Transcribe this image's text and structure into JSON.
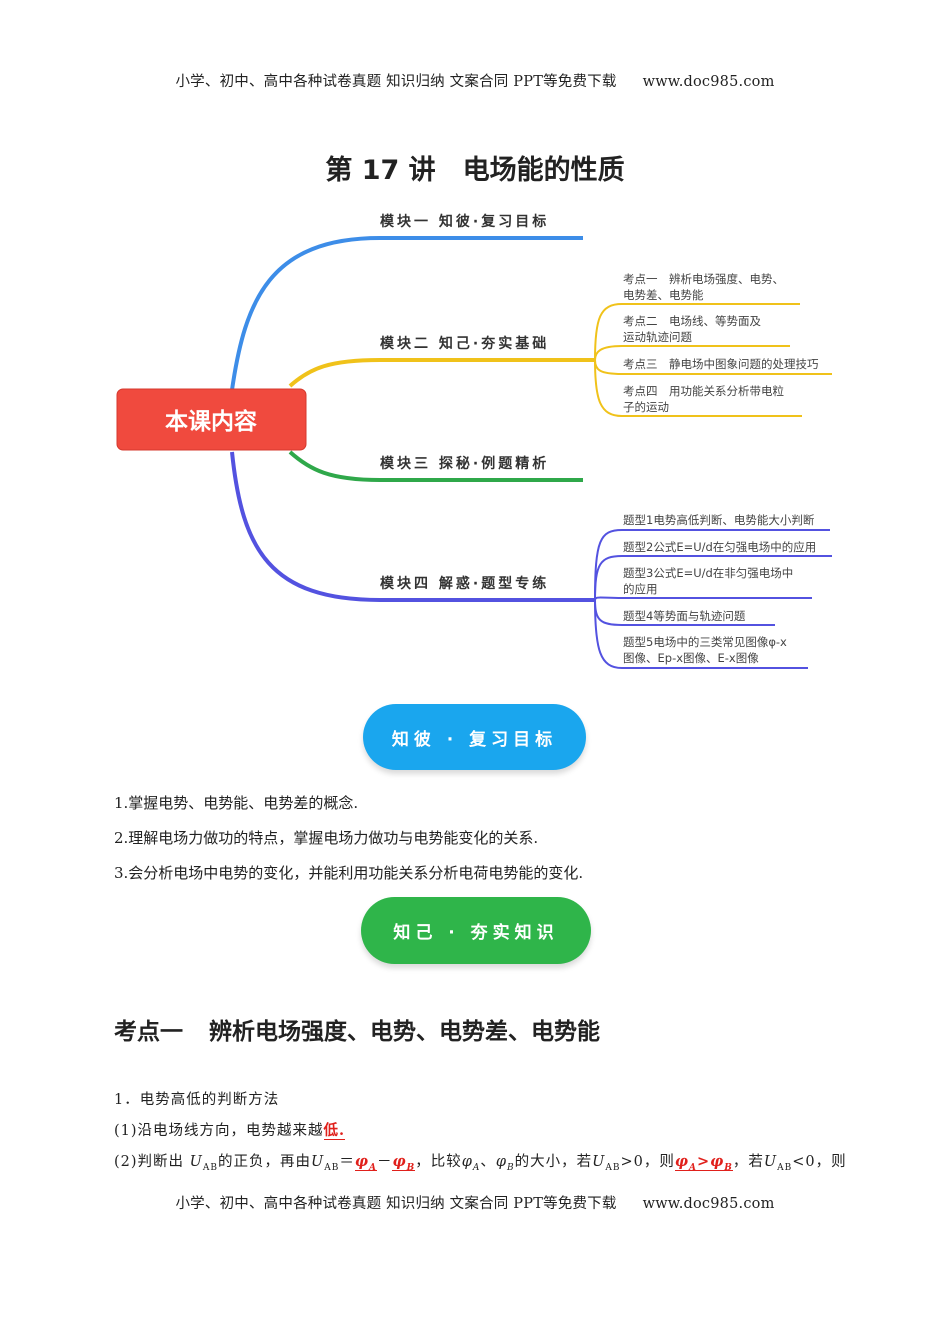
{
  "header": {
    "text": "小学、初中、高中各种试卷真题  知识归纳  文案合同  PPT等免费下载",
    "site": "www.doc985.com"
  },
  "footer": {
    "text": "小学、初中、高中各种试卷真题  知识归纳  文案合同  PPT等免费下载",
    "site": "www.doc985.com"
  },
  "title": "第 17 讲　电场能的性质",
  "mindmap": {
    "root": "本课内容",
    "modules": [
      {
        "label": "模块一  知彼·复习目标",
        "color": "#3d8de8"
      },
      {
        "label": "模块二  知己·夯实基础",
        "color": "#f0c21a"
      },
      {
        "label": "模块三  探秘·例题精析",
        "color": "#2fa84a"
      },
      {
        "label": "模块四  解惑·题型专练",
        "color": "#5352e0"
      }
    ],
    "module2_items": [
      {
        "line1": "考点一　辨析电场强度、电势、",
        "line2": "电势差、电势能"
      },
      {
        "line1": "考点二　电场线、等势面及",
        "line2": "运动轨迹问题"
      },
      {
        "line1": "考点三　静电场中图象问题的处理技巧",
        "line2": ""
      },
      {
        "line1": "考点四　用功能关系分析带电粒",
        "line2": "子的运动"
      }
    ],
    "module4_items": [
      {
        "line1": "题型1电势高低判断、电势能大小判断",
        "line2": ""
      },
      {
        "line1": "题型2公式E=U/d在匀强电场中的应用",
        "line2": ""
      },
      {
        "line1": "题型3公式E=U/d在非匀强电场中",
        "line2": "的应用"
      },
      {
        "line1": "题型4等势面与轨迹问题",
        "line2": ""
      },
      {
        "line1": "题型5电场中的三类常见图像φ-x",
        "line2": "图像、Ep-x图像、E-x图像"
      }
    ]
  },
  "pills": {
    "review": "知彼 · 复习目标",
    "knowledge": "知己 · 夯实知识"
  },
  "goals": [
    "1.掌握电势、电势能、电势差的概念.",
    "2.理解电场力做功的特点，掌握电场力做功与电势能变化的关系.",
    "3.会分析电场中电势的变化，并能利用功能关系分析电荷电势能的变化."
  ],
  "section": {
    "label": "考点一",
    "title": "辨析电场强度、电势、电势差、电势能"
  },
  "content": {
    "p1": "1．电势高低的判断方法",
    "p2_prefix": "(1)沿电场线方向，电势越来越",
    "p2_answer": "低.",
    "p3": {
      "a": "(2)判断出",
      "U": "U",
      "AB": "AB",
      "b": "的正负，再由",
      "eq": "＝",
      "phi": "φ",
      "A": "A",
      "B": "B",
      "minus": "－",
      "c": "，比较",
      "sep": "、",
      "d": "的大小，若",
      "gt0": ">0，则",
      "gt": ">",
      "e": "，若",
      "lt0": "<0，则"
    }
  }
}
